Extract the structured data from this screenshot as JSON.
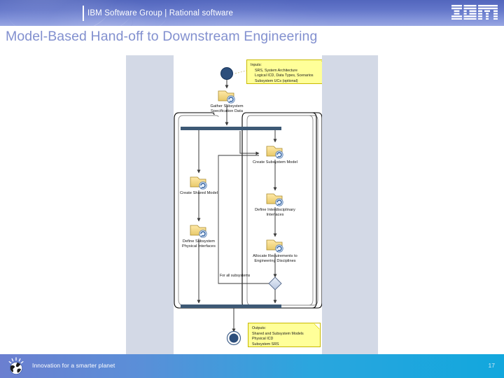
{
  "header": {
    "brand_text": "IBM Software Group | Rational software",
    "logo_alt": "IBM",
    "bg_color": "#6376c9"
  },
  "title": "Model-Based Hand-off to Downstream Engineering",
  "title_color": "#8290cf",
  "diagram": {
    "type": "uml-activity-diagram",
    "start_node": "initial-node",
    "end_node": "final-node",
    "notes": [
      {
        "id": "inputs-note",
        "lines": [
          "Inputs:",
          "SRS, System Architecture",
          "Logical ICD, Data Types, Scenarios",
          "Subsystem UCs (optional)"
        ]
      },
      {
        "id": "outputs-note",
        "lines": [
          "Outputs:",
          "Shared and Subsystem Models",
          "Physical ICD",
          "Subsystem SRS"
        ]
      }
    ],
    "activities": [
      {
        "id": "gather",
        "line1": "Gather Subsystem",
        "line2": "Specification Data"
      },
      {
        "id": "create-shared-model",
        "line1": "Create Shared Model",
        "line2": ""
      },
      {
        "id": "define-subsystem-physical-interfaces",
        "line1": "Define Subsystem",
        "line2": "Physical Interfaces"
      },
      {
        "id": "create-subsystem-model",
        "line1": "Create Subsystem Model",
        "line2": ""
      },
      {
        "id": "define-interdisciplinary-interfaces",
        "line1": "Define Interdisciplinary",
        "line2": "Interfaces"
      },
      {
        "id": "allocate-requirements",
        "line1": "Allocate Requirements to",
        "line2": "Engineering Disciplines"
      }
    ],
    "guard": "For all subsystems",
    "bar_color": "#3d5975",
    "node_color": "#2d4f7c"
  },
  "footer": {
    "tagline": "Innovation for a smarter planet",
    "page_number": "17"
  }
}
